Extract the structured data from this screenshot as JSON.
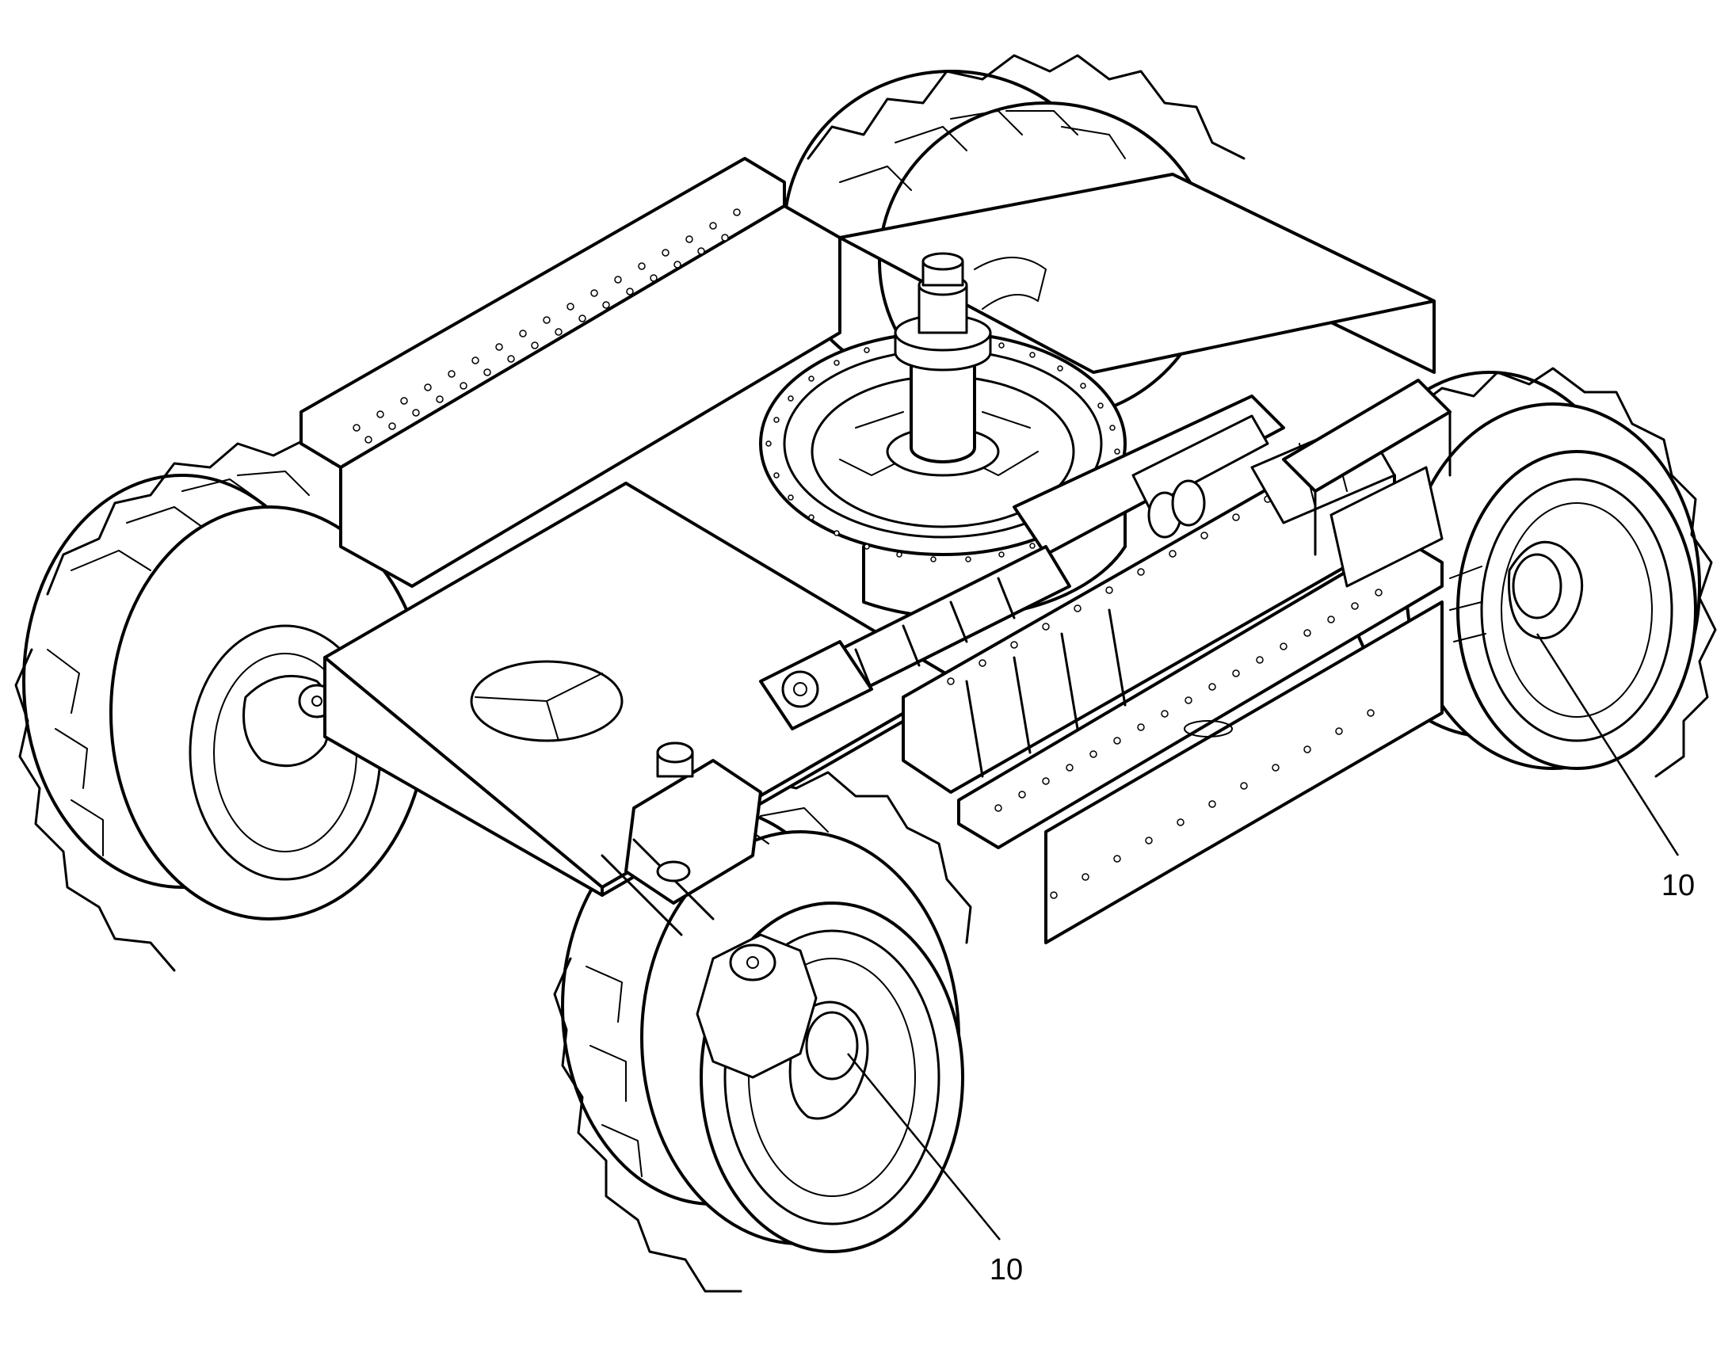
{
  "figure": {
    "callouts": [
      {
        "id": "rear-right-wheel",
        "label": "10"
      },
      {
        "id": "front-right-wheel",
        "label": "10"
      }
    ]
  },
  "colors": {
    "line": "#000000",
    "background": "#ffffff"
  }
}
